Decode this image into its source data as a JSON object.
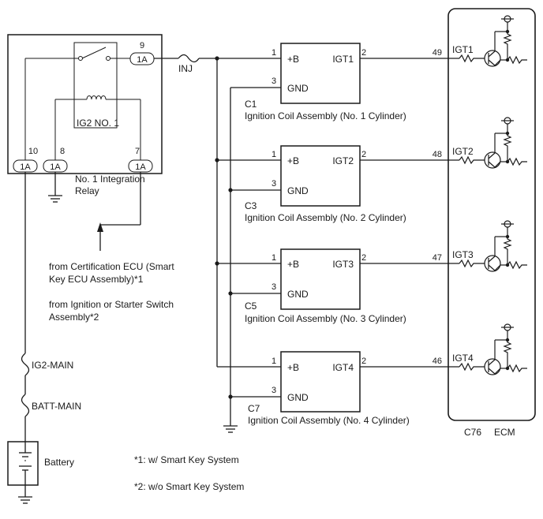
{
  "relay": {
    "pin_9": "9",
    "pin_10": "10",
    "pin_8": "8",
    "pin_7": "7",
    "fuse_9": "1A",
    "fuse_10": "1A",
    "fuse_8": "1A",
    "fuse_7": "1A",
    "coil_label": "IG2 NO. 1",
    "name_line1": "No. 1 Integration",
    "name_line2": "Relay"
  },
  "inj_label": "INJ",
  "from_cert_line1": "from Certification ECU (Smart",
  "from_cert_line2": "Key ECU Assembly)*1",
  "from_ign_line1": "from Ignition or Starter Switch",
  "from_ign_line2": "Assembly*2",
  "fuses": {
    "ig2_main": "IG2-MAIN",
    "batt_main": "BATT-MAIN"
  },
  "battery_label": "Battery",
  "notes": {
    "n1": "*1: w/ Smart Key System",
    "n2": "*2: w/o Smart Key System"
  },
  "coils": [
    {
      "code": "C1",
      "name": "Ignition Coil Assembly (No. 1 Cylinder)",
      "b_label": "+B",
      "gnd_label": "GND",
      "igt_label": "IGT1",
      "pin_b": "1",
      "pin_gnd": "3",
      "pin_igt": "2",
      "ecm_pin": "49",
      "ecm_label": "IGT1"
    },
    {
      "code": "C3",
      "name": "Ignition Coil Assembly (No. 2 Cylinder)",
      "b_label": "+B",
      "gnd_label": "GND",
      "igt_label": "IGT2",
      "pin_b": "1",
      "pin_gnd": "3",
      "pin_igt": "2",
      "ecm_pin": "48",
      "ecm_label": "IGT2"
    },
    {
      "code": "C5",
      "name": "Ignition Coil Assembly (No. 3 Cylinder)",
      "b_label": "+B",
      "gnd_label": "GND",
      "igt_label": "IGT3",
      "pin_b": "1",
      "pin_gnd": "3",
      "pin_igt": "2",
      "ecm_pin": "47",
      "ecm_label": "IGT3"
    },
    {
      "code": "C7",
      "name": "Ignition Coil Assembly (No. 4 Cylinder)",
      "b_label": "+B",
      "gnd_label": "GND",
      "igt_label": "IGT4",
      "pin_b": "1",
      "pin_gnd": "3",
      "pin_igt": "2",
      "ecm_pin": "46",
      "ecm_label": "IGT4"
    }
  ],
  "ecm": {
    "connector": "C76",
    "name": "ECM"
  }
}
